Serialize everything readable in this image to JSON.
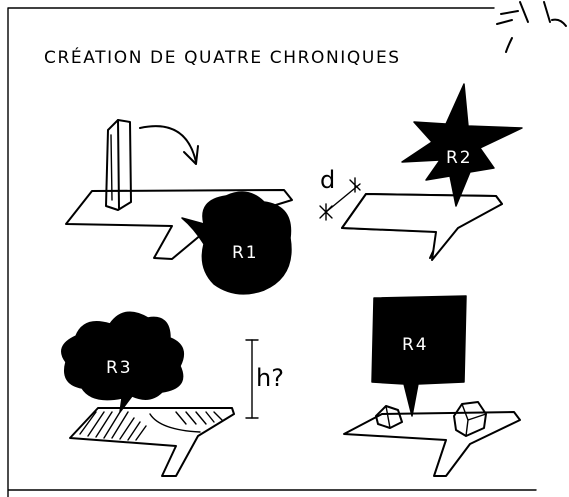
{
  "title": "CRÉATION DE QUATRE CHRONIQUES",
  "panels": [
    {
      "id": "R1",
      "label": "R1"
    },
    {
      "id": "R2",
      "label": "R2",
      "dimension_label": "d"
    },
    {
      "id": "R3",
      "label": "R3",
      "dimension_label": "h?"
    },
    {
      "id": "R4",
      "label": "R4"
    }
  ]
}
